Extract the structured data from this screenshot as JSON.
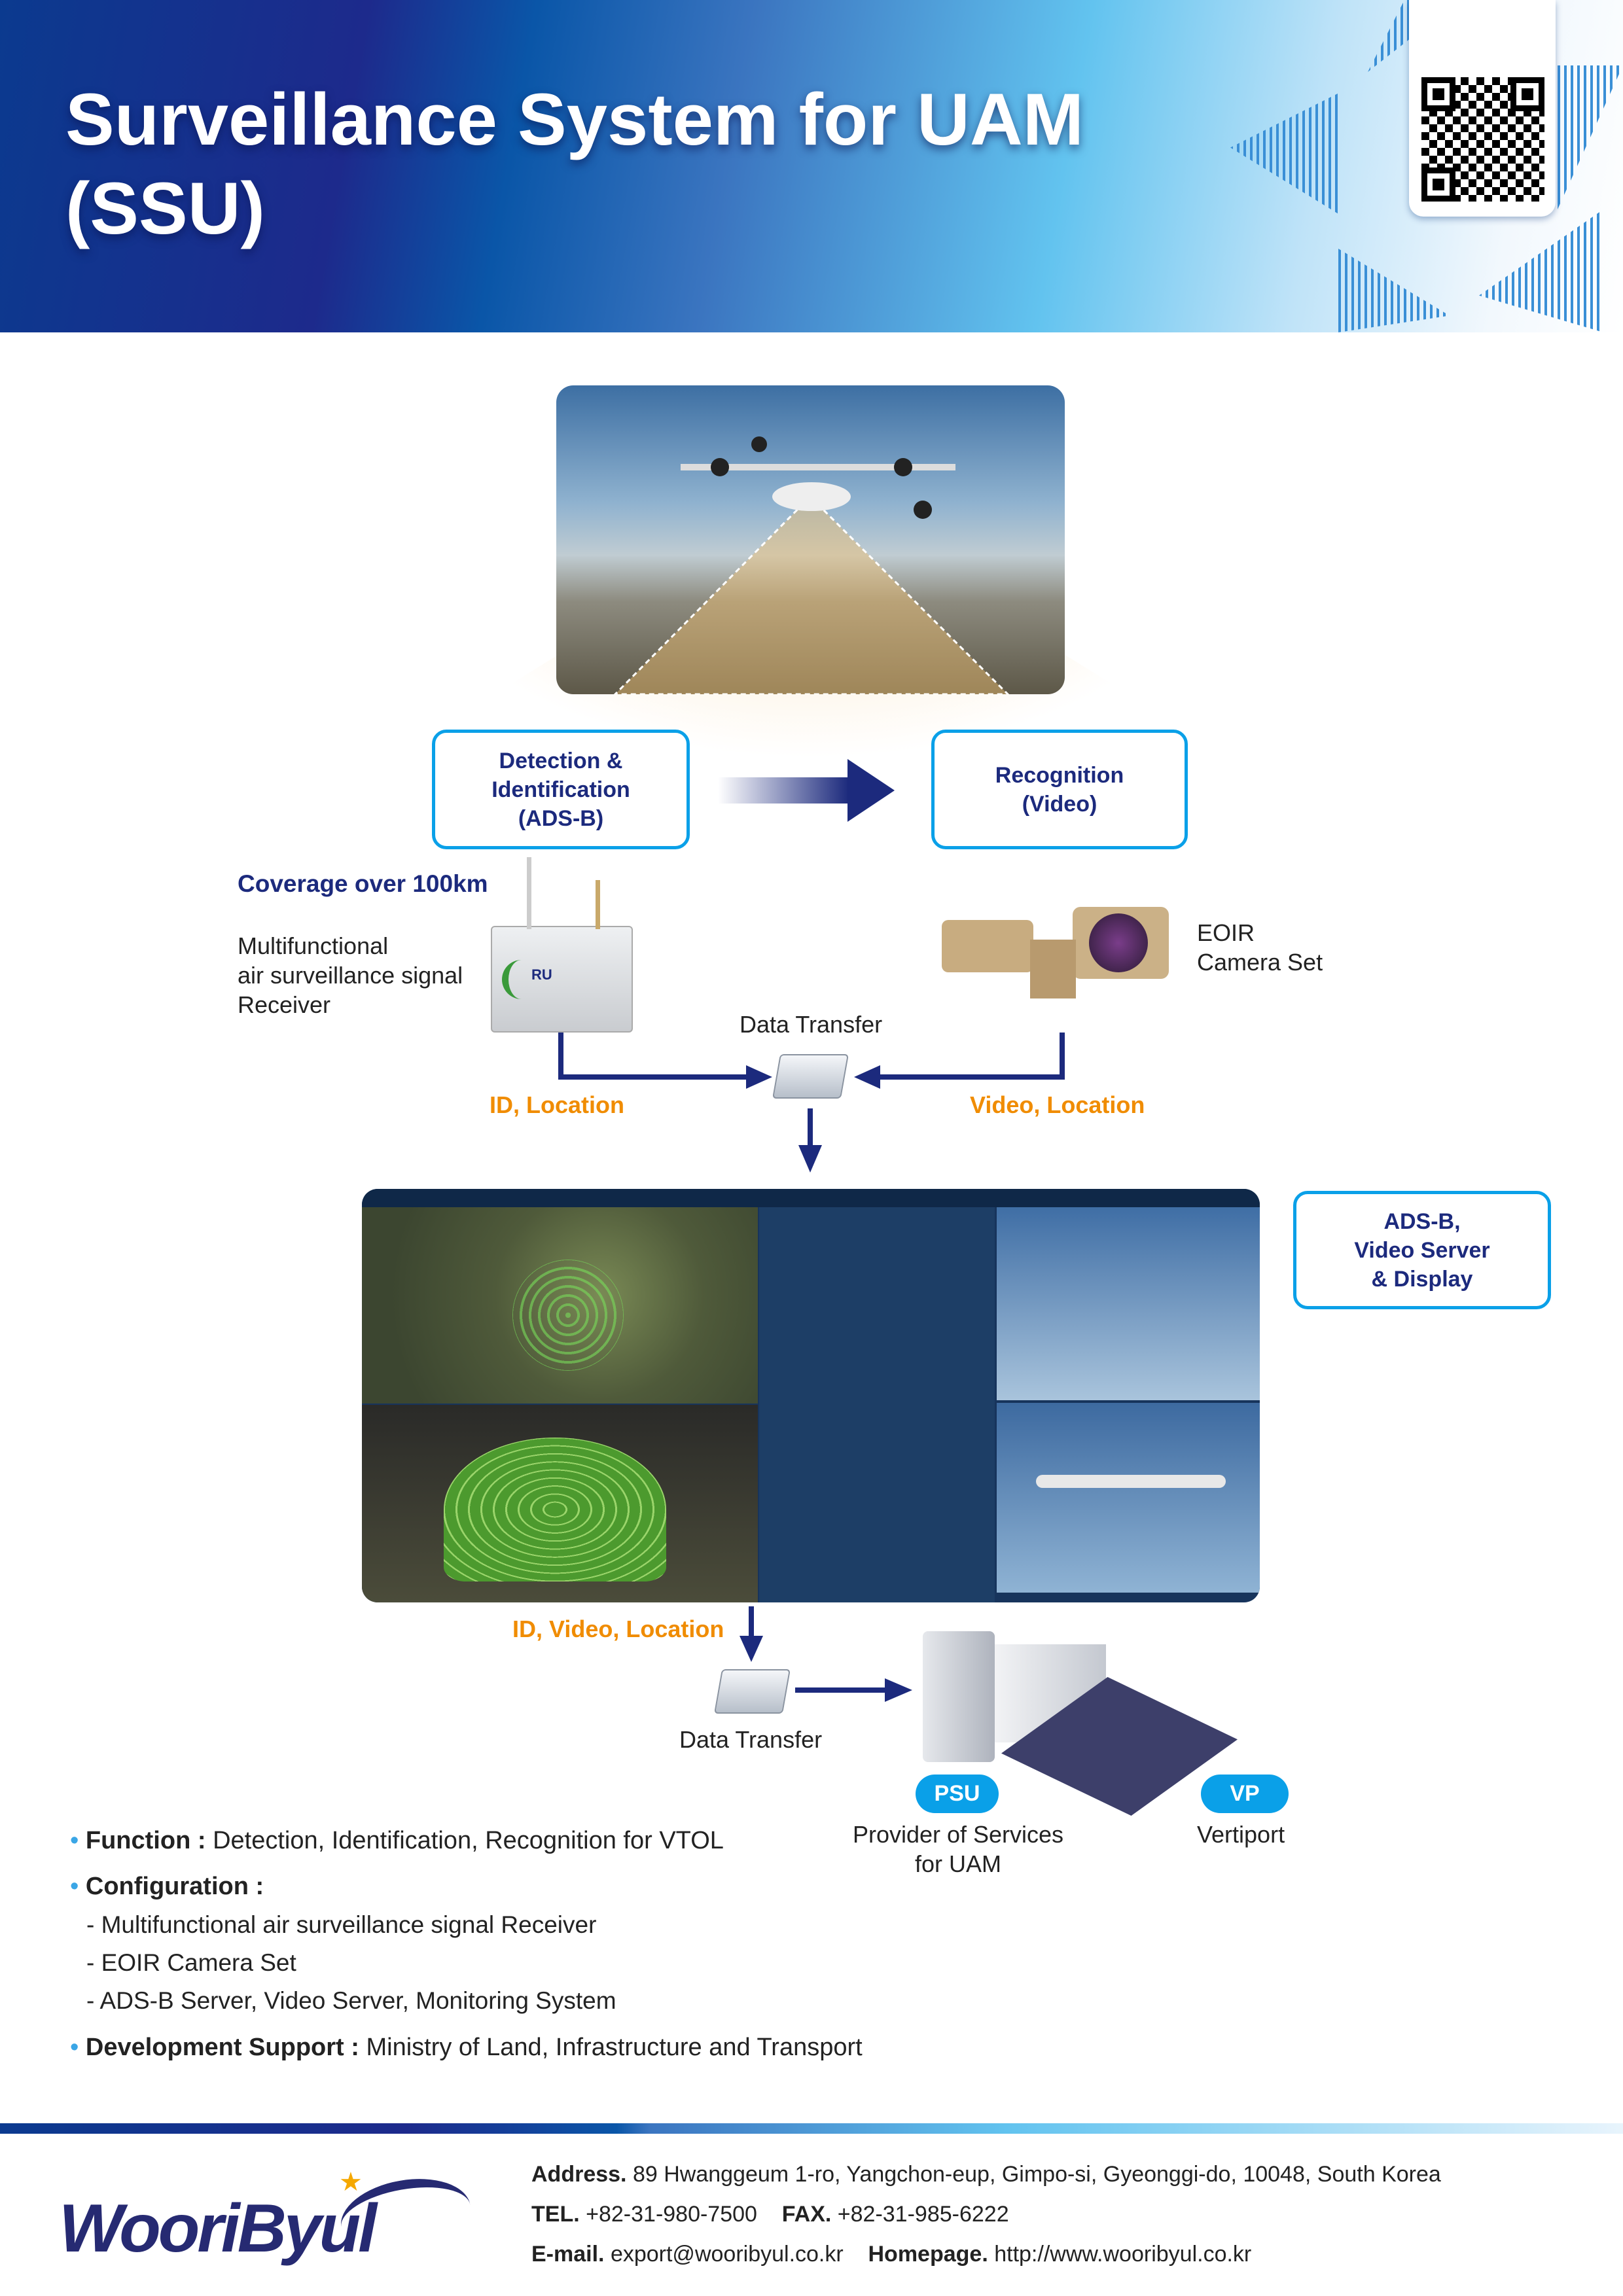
{
  "header": {
    "title_line1": "Surveillance System for UAM",
    "title_line2": "(SSU)",
    "qr_icon": "qr-code"
  },
  "diagram": {
    "detection_box": "Detection &\nIdentification\n(ADS-B)",
    "recognition_box": "Recognition\n(Video)",
    "coverage": "Coverage over 100km",
    "receiver_label": "Multifunctional\nair surveillance signal\nReceiver",
    "receiver_device_text": "RU",
    "camera_label": "EOIR\nCamera Set",
    "data_transfer_1": "Data Transfer",
    "id_location": "ID, Location",
    "video_location": "Video, Location",
    "server_box": "ADS-B,\nVideo Server\n& Display",
    "id_video_location": "ID, Video, Location",
    "data_transfer_2": "Data Transfer",
    "psu_badge": "PSU",
    "vp_badge": "VP",
    "psu_label": "Provider of Services\nfor UAM",
    "vp_label": "Vertiport"
  },
  "details": {
    "function_label": "Function :",
    "function_value": "Detection, Identification, Recognition for VTOL",
    "configuration_label": "Configuration :",
    "configuration_items": [
      "- Multifunctional air surveillance signal Receiver",
      "- EOIR Camera Set",
      "- ADS-B Server, Video Server, Monitoring System"
    ],
    "support_label": "Development Support :",
    "support_value": "Ministry of Land, Infrastructure and Transport"
  },
  "footer": {
    "logo": "WooriByul",
    "address_label": "Address.",
    "address": "89 Hwanggeum 1-ro, Yangchon-eup, Gimpo-si, Gyeonggi-do, 10048, South Korea",
    "tel_label": "TEL.",
    "tel": "+82-31-980-7500",
    "fax_label": "FAX.",
    "fax": "+82-31-985-6222",
    "email_label": "E-mail.",
    "email": "export@wooribyul.co.kr",
    "homepage_label": "Homepage.",
    "homepage": "http://www.wooribyul.co.kr"
  },
  "colors": {
    "navy": "#1c2a7d",
    "accent_blue": "#0aa0e8",
    "orange": "#f08c00"
  }
}
